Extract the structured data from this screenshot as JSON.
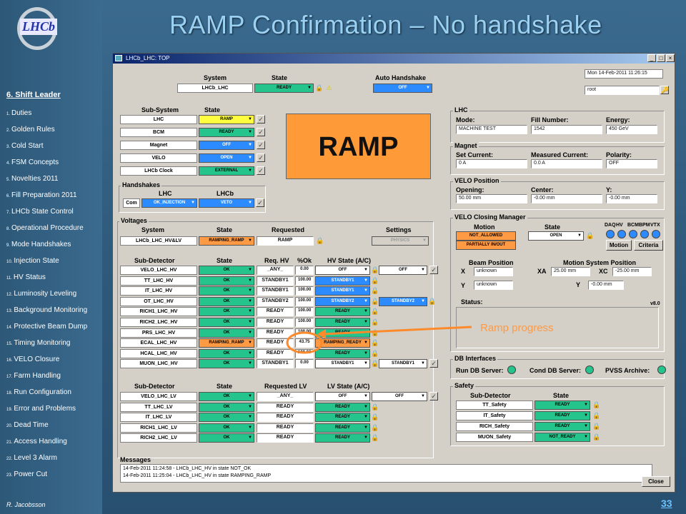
{
  "slide": {
    "title": "RAMP Confirmation – No handshake",
    "page_number": "33",
    "author": "R. Jacobsson",
    "callout": "Ramp progress",
    "logo_text": "LHCb"
  },
  "sidebar": {
    "title": "6. Shift Leader",
    "items": [
      {
        "n": "1.",
        "label": "Duties"
      },
      {
        "n": "2.",
        "label": "Golden Rules"
      },
      {
        "n": "3.",
        "label": "Cold Start"
      },
      {
        "n": "4.",
        "label": "FSM Concepts"
      },
      {
        "n": "5.",
        "label": "Novelties 2011"
      },
      {
        "n": "6.",
        "label": "Fill Preparation 2011"
      },
      {
        "n": "7.",
        "label": "LHCb State Control"
      },
      {
        "n": "8.",
        "label": "Operational Procedure"
      },
      {
        "n": "9.",
        "label": "Mode Handshakes"
      },
      {
        "n": "10.",
        "label": "Injection State"
      },
      {
        "n": "11.",
        "label": "HV Status"
      },
      {
        "n": "12.",
        "label": "Luminosity Leveling"
      },
      {
        "n": "13.",
        "label": "Background Monitoring"
      },
      {
        "n": "14.",
        "label": "Protective Beam Dump"
      },
      {
        "n": "15.",
        "label": "Timing Monitoring"
      },
      {
        "n": "16.",
        "label": "VELO Closure"
      },
      {
        "n": "17.",
        "label": "Farm Handling"
      },
      {
        "n": "18.",
        "label": "Run Configuration"
      },
      {
        "n": "19.",
        "label": "Error and Problems"
      },
      {
        "n": "20.",
        "label": "Dead Time"
      },
      {
        "n": "21.",
        "label": "Access Handling"
      },
      {
        "n": "22.",
        "label": "Level 3 Alarm"
      },
      {
        "n": "23.",
        "label": "Power Cut"
      }
    ]
  },
  "window": {
    "title": "LHCb_LHC: TOP",
    "system_header": "System",
    "state_header": "State",
    "auto_handshake_header": "Auto Handshake",
    "system_name": "LHCb_LHC",
    "system_state": "READY",
    "auto_handshake": "OFF",
    "datetime": "Mon 14-Feb-2011     11:26:15",
    "user": "root",
    "ramp_label": "RAMP",
    "close_label": "Close",
    "subsystem": {
      "header_sub": "Sub-System",
      "header_state": "State",
      "rows": [
        {
          "name": "LHC",
          "state": "RAMP",
          "color": "yellow"
        },
        {
          "name": "BCM",
          "state": "READY",
          "color": "green"
        },
        {
          "name": "Magnet",
          "state": "OFF",
          "color": "blue"
        },
        {
          "name": "VELO",
          "state": "OPEN",
          "color": "blue"
        },
        {
          "name": "LHCb Clock",
          "state": "EXTERNAL",
          "color": "green"
        }
      ]
    },
    "handshakes": {
      "title": "Handshakes",
      "col_lhc": "LHC",
      "col_lhcb": "LHCb",
      "row_label": "Com",
      "lhc_value": "OK_INJECTION",
      "lhcb_value": "VETO"
    },
    "voltages": {
      "title": "Voltages",
      "h_system": "System",
      "h_state": "State",
      "h_requested": "Requested",
      "h_settings": "Settings",
      "system": "LHCb_LHC_HV&LV",
      "state": "RAMPING_RAMP",
      "requested": "RAMP",
      "settings": "PHYSICS",
      "hv_headers": [
        "Sub-Detector",
        "State",
        "Req. HV",
        "%Ok",
        "HV State (A/C)"
      ],
      "hv_rows": [
        {
          "name": "VELO_LHC_HV",
          "state": "OK",
          "req": "_ANY_",
          "pct": "0.00",
          "a": "OFF",
          "c": "OFF",
          "ac": "white",
          "cc": "white"
        },
        {
          "name": "TT_LHC_HV",
          "state": "OK",
          "req": "STANDBY1",
          "pct": "100.00",
          "a": "STANDBY1",
          "c": "",
          "ac": "blue",
          "cc": ""
        },
        {
          "name": "IT_LHC_HV",
          "state": "OK",
          "req": "STANDBY1",
          "pct": "100.00",
          "a": "STANDBY1",
          "c": "",
          "ac": "blue",
          "cc": ""
        },
        {
          "name": "OT_LHC_HV",
          "state": "OK",
          "req": "STANDBY2",
          "pct": "100.00",
          "a": "STANDBY2",
          "c": "STANDBY2",
          "ac": "blue",
          "cc": "blue"
        },
        {
          "name": "RICH1_LHC_HV",
          "state": "OK",
          "req": "READY",
          "pct": "100.00",
          "a": "READY",
          "c": "",
          "ac": "green",
          "cc": ""
        },
        {
          "name": "RICH2_LHC_HV",
          "state": "OK",
          "req": "READY",
          "pct": "100.00",
          "a": "READY",
          "c": "",
          "ac": "green",
          "cc": ""
        },
        {
          "name": "PRS_LHC_HV",
          "state": "OK",
          "req": "READY",
          "pct": "100.00",
          "a": "READY",
          "c": "",
          "ac": "green",
          "cc": ""
        },
        {
          "name": "ECAL_LHC_HV",
          "state": "RAMPING_RAMP",
          "req": "READY",
          "pct": "43.75",
          "a": "RAMPING_READY",
          "c": "",
          "ac": "orange",
          "cc": "",
          "sc": "orange"
        },
        {
          "name": "HCAL_LHC_HV",
          "state": "OK",
          "req": "READY",
          "pct": "100.00",
          "a": "READY",
          "c": "",
          "ac": "green",
          "cc": ""
        },
        {
          "name": "MUON_LHC_HV",
          "state": "OK",
          "req": "STANDBY1",
          "pct": "0.00",
          "a": "STANDBY1",
          "c": "STANDBY1",
          "ac": "white",
          "cc": "white"
        }
      ],
      "lv_headers": [
        "Sub-Detector",
        "State",
        "Requested LV",
        "LV State (A/C)"
      ],
      "lv_rows": [
        {
          "name": "VELO_LHC_LV",
          "state": "OK",
          "req": "_ANY_",
          "a": "OFF",
          "c": "OFF",
          "ac": "white",
          "cc": "white"
        },
        {
          "name": "TT_LHC_LV",
          "state": "OK",
          "req": "READY",
          "a": "READY",
          "ac": "green"
        },
        {
          "name": "IT_LHC_LV",
          "state": "OK",
          "req": "READY",
          "a": "READY",
          "ac": "green"
        },
        {
          "name": "RICH1_LHC_LV",
          "state": "OK",
          "req": "READY",
          "a": "READY",
          "ac": "green"
        },
        {
          "name": "RICH2_LHC_LV",
          "state": "OK",
          "req": "READY",
          "a": "READY",
          "ac": "green"
        }
      ]
    },
    "messages": {
      "title": "Messages",
      "lines": [
        "14-Feb-2011 11:24:58 - LHCb_LHC_HV in state NOT_OK",
        "14-Feb-2011 11:25:04 - LHCb_LHC_HV in state RAMPING_RAMP"
      ]
    },
    "lhc": {
      "title": "LHC",
      "mode_label": "Mode:",
      "mode": "MACHINE TEST",
      "fill_label": "Fill Number:",
      "fill": "1542",
      "energy_label": "Energy:",
      "energy": "450 GeV"
    },
    "magnet": {
      "title": "Magnet",
      "set_label": "Set Current:",
      "set": "0 A",
      "meas_label": "Measured Current:",
      "meas": "0.0 A",
      "pol_label": "Polarity:",
      "pol": "OFF"
    },
    "velo_pos": {
      "title": "VELO Position",
      "open_label": "Opening:",
      "open": "50.00 mm",
      "center_label": "Center:",
      "center": "-0.00 mm",
      "y_label": "Y:",
      "y": "-0.00 mm"
    },
    "velo_closing": {
      "title": "VELO Closing Manager",
      "motion_h": "Motion",
      "state_h": "State",
      "motion1": "NOT_ALLOWED",
      "motion2": "PARTIALLY IN/OUT",
      "state": "OPEN",
      "dets": [
        "DAQ",
        "HV",
        "BCM",
        "BPM",
        "VTX"
      ],
      "motion_btn": "Motion",
      "criteria_btn": "Criteria",
      "beam_pos": "Beam Position",
      "motion_sys": "Motion System Position",
      "x_label": "X",
      "x": "unknown",
      "y_label": "Y",
      "y": "unknown",
      "xa_label": "XA",
      "xa": "25.00 mm",
      "xc_label": "XC",
      "xc": "-25.00 mm",
      "ym_label": "Y",
      "ym": "-0.00 mm",
      "status_label": "Status:",
      "version": "v8.0"
    },
    "db": {
      "title": "DB Interfaces",
      "run": "Run DB Server:",
      "cond": "Cond DB Server:",
      "pvss": "PVSS Archive:"
    },
    "safety": {
      "title": "Safety",
      "h_sub": "Sub-Detector",
      "h_state": "State",
      "rows": [
        {
          "name": "TT_Safety",
          "state": "READY"
        },
        {
          "name": "IT_Safety",
          "state": "READY"
        },
        {
          "name": "RICH_Safety",
          "state": "READY"
        },
        {
          "name": "MUON_Safety",
          "state": "NOT_READY"
        }
      ]
    }
  },
  "colors": {
    "green": "#24c48c",
    "blue": "#2c8cff",
    "orange": "#ff9a44",
    "yellow": "#ffff40",
    "callout": "#ff9a44"
  }
}
